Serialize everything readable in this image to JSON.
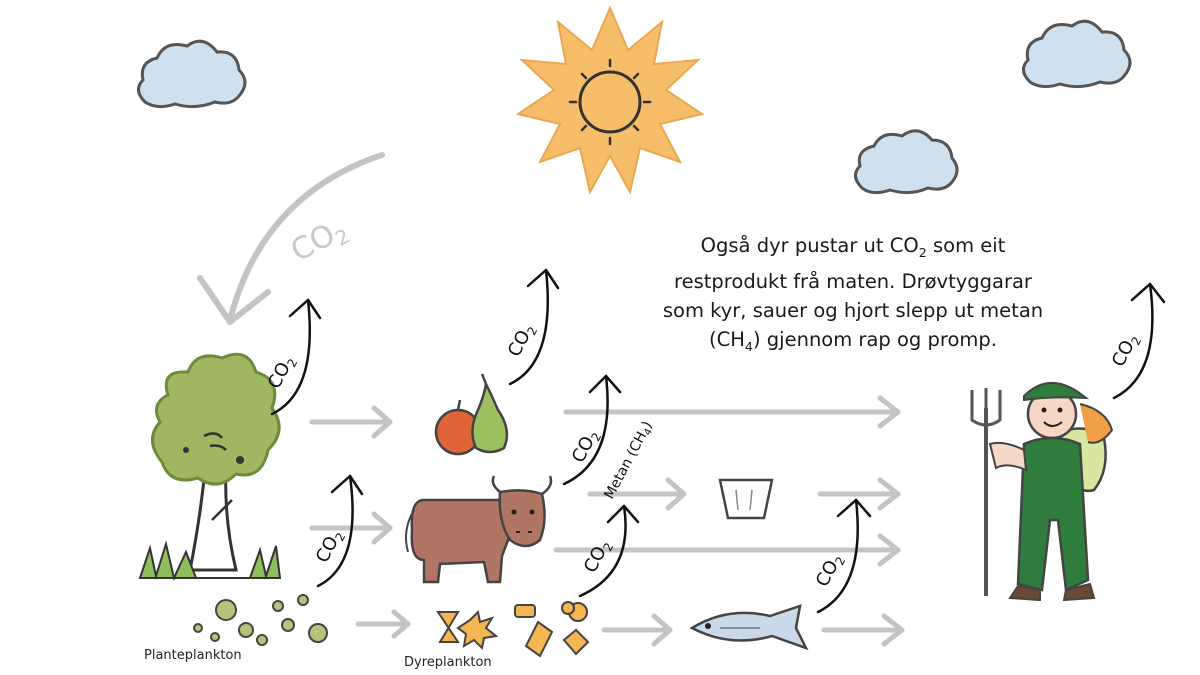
{
  "caption": {
    "lines": [
      [
        "Også dyr pustar ut CO",
        "2",
        " som eit"
      ],
      [
        "restprodukt frå maten. Drøvtyggarar",
        "",
        ""
      ],
      [
        "som kyr, sauer og hjort slepp ut metan",
        "",
        ""
      ],
      [
        "(CH",
        "4",
        ") gjennom rap og promp."
      ]
    ]
  },
  "labels": {
    "phytoplankton": "Planteplankton",
    "zooplankton": "Dyreplankton"
  },
  "co2": {
    "text": "CO",
    "sub": "2"
  },
  "methane": {
    "text": "Metan (CH",
    "sub": "4",
    "close": ")"
  },
  "colors": {
    "sun": "#f6bd6a",
    "cloud": "#cfe0ef",
    "tree": "#9fb763",
    "grass": "#8fbf5d",
    "cow": "#b07563",
    "farmer_overall": "#2e7d3c",
    "farmer_hair": "#f0a044",
    "fish": "#c9d9e8",
    "zooplankton": "#f4b652",
    "phyto": "#b7c27a",
    "apple": "#e0643a",
    "pear": "#9dc160",
    "flow_arrow": "#c4c4c4",
    "co2_arrow": "#111111"
  }
}
